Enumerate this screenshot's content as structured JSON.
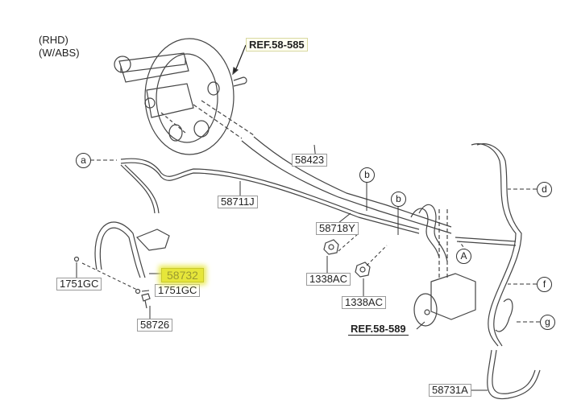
{
  "notes": {
    "line1": "(RHD)",
    "line2": "(W/ABS)"
  },
  "refs": {
    "booster": "REF.58-585",
    "abs_unit": "REF.58-589"
  },
  "parts": {
    "p58423": "58423",
    "p58711J": "58711J",
    "p58718Y": "58718Y",
    "p1338AC_1": "1338AC",
    "p1338AC_2": "1338AC",
    "p58731A": "58731A",
    "p1751GC_1": "1751GC",
    "p1751GC_2": "1751GC",
    "p58732": "58732",
    "p58726": "58726"
  },
  "markers": {
    "a": "a",
    "b1": "b",
    "b2": "b",
    "A": "A",
    "d": "d",
    "f": "f",
    "g": "g"
  },
  "colors": {
    "highlight": "#e6e63a",
    "line": "#333333"
  }
}
